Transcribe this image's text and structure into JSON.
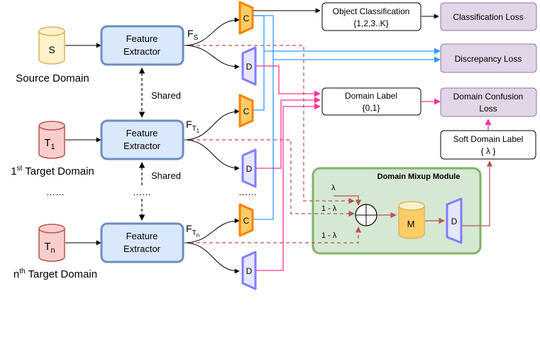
{
  "domains": {
    "source": {
      "db_label": "S",
      "caption": "Source Domain"
    },
    "target1": {
      "db_main": "T",
      "db_sub": "1",
      "cap_pre": "1",
      "cap_sup": "st",
      "cap_post": " Target Domain"
    },
    "targetn": {
      "db_main": "T",
      "db_sub": "n",
      "cap_pre": "n",
      "cap_sup": "th",
      "cap_post": " Target Domain"
    }
  },
  "extractors": {
    "line1": "Feature",
    "line2": "Extractor",
    "shared_label": "Shared"
  },
  "features": {
    "fs_main": "F",
    "fs_sub": "S",
    "ft1_main": "F",
    "ft1_sub": "T",
    "ft1_subsub": "1",
    "ftn_main": "F",
    "ftn_sub": "T",
    "ftn_subsub": "n"
  },
  "heads": {
    "classifier": "C",
    "discriminator": "D"
  },
  "ellipsis": "……",
  "outputs": {
    "object_classification_line1": "Object Classification",
    "object_classification_line2": "{1,2,3..K}",
    "domain_label_line1": "Domain Label",
    "domain_label_line2": "{0,1}",
    "soft_domain_label_line1": "Soft Domain Label",
    "soft_domain_label_line2": "{ λ }"
  },
  "losses": {
    "classification": "Classification Loss",
    "discrepancy": "Discrepancy Loss",
    "domain_confusion_line1": "Domain Confusion",
    "domain_confusion_line2": "Loss"
  },
  "mixup": {
    "title": "Domain Mixup Module",
    "lambda": "λ",
    "one_minus_lambda": "1 - λ",
    "memory_label": "M",
    "discriminator_label": "D"
  },
  "colors": {
    "extractor_fill": "#dae8fc",
    "extractor_stroke": "#6c8ebf",
    "classifier_fill": "#ffcc66",
    "classifier_stroke": "#ff8000",
    "discriminator_fill": "#e6e6ff",
    "discriminator_stroke": "#7f7fff",
    "source_db_fill": "#fff2cc",
    "source_db_stroke": "#d6b656",
    "target_db_fill": "#f8cecc",
    "target_db_stroke": "#b85450",
    "loss_fill": "#e1d5e7",
    "loss_stroke": "#9673a6",
    "mixup_fill": "#d5e8d4",
    "mixup_stroke": "#82b366",
    "blue_line": "#3399ff",
    "pink_line": "#ff3399",
    "red_dashed": "#b85450"
  }
}
